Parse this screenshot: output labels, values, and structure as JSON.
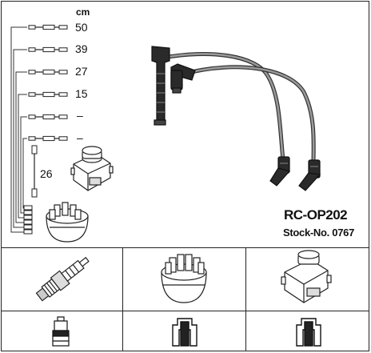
{
  "header": {
    "unit_label": "cm"
  },
  "cable_lengths": [
    "50",
    "39",
    "27",
    "15",
    "–",
    "–"
  ],
  "side_cable_length": "26",
  "product": {
    "code": "RC-OP202",
    "stock_label": "Stock-No. 0767"
  },
  "parts_row_top": [
    "spark-plug",
    "distributor-cap",
    "ignition-coil"
  ],
  "parts_row_bottom": [
    "plug-connector-straight",
    "connector-terminal",
    "connector-terminal"
  ]
}
